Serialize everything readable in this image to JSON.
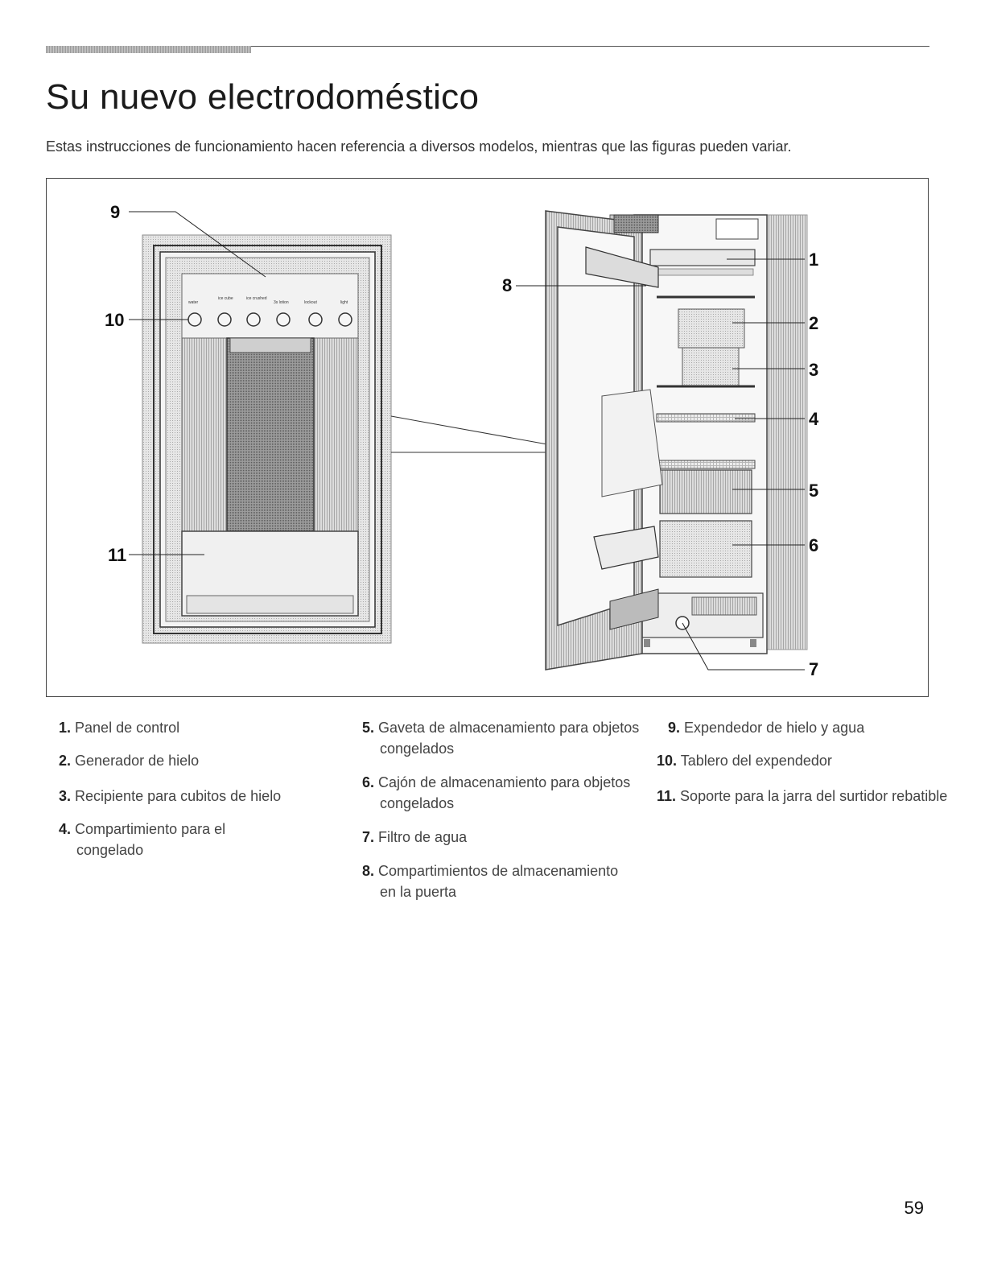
{
  "page": {
    "title": "Su nuevo electrodoméstico",
    "intro": "Estas instrucciones de funcionamiento hacen referencia a diversos modelos, mientras que las figuras pueden variar.",
    "page_number": "59"
  },
  "figure": {
    "callouts": [
      "1",
      "2",
      "3",
      "4",
      "5",
      "6",
      "7",
      "8",
      "9",
      "10",
      "11"
    ],
    "button_labels": [
      "water",
      "ice cube",
      "ice crushed",
      "3s lotion",
      "lockout",
      "light"
    ]
  },
  "legend": [
    {
      "num": "1.",
      "text": "Panel de control"
    },
    {
      "num": "2.",
      "text": "Generador de hielo"
    },
    {
      "num": "3.",
      "text": "Recipiente para cubitos de hielo"
    },
    {
      "num": "4.",
      "text": "Compartimiento para el congelado"
    },
    {
      "num": "5.",
      "text": "Gaveta de almacenamiento para objetos congelados"
    },
    {
      "num": "6.",
      "text": "Cajón de almacenamiento para objetos congelados"
    },
    {
      "num": "7.",
      "text": "Filtro de agua"
    },
    {
      "num": "8.",
      "text": "Compartimientos de almacenamiento en la puerta"
    },
    {
      "num": "9.",
      "text": "Expendedor de hielo y agua"
    },
    {
      "num": "10.",
      "text": "Tablero del expendedor"
    },
    {
      "num": "11.",
      "text": "Soporte para la jarra del surtidor rebatible"
    }
  ]
}
